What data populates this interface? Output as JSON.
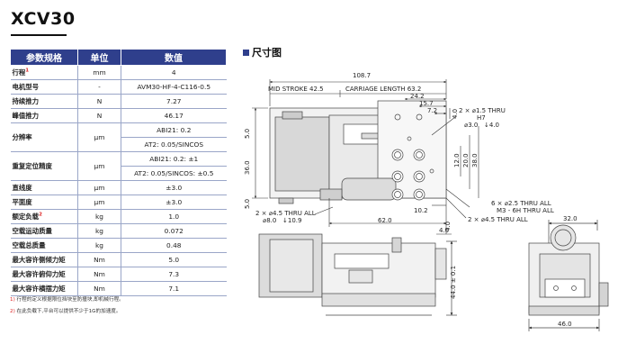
{
  "title": "XCV30",
  "table": {
    "headers": [
      "参数规格",
      "单位",
      "数值"
    ],
    "rows": [
      {
        "param": "行程",
        "mark": "1",
        "unit": "mm",
        "values": [
          "4"
        ]
      },
      {
        "param": "电机型号",
        "unit": "-",
        "values": [
          "AVM30-HF-4-C116-0.5"
        ]
      },
      {
        "param": "持续推力",
        "unit": "N",
        "values": [
          "7.27"
        ]
      },
      {
        "param": "峰值推力",
        "unit": "N",
        "values": [
          "46.17"
        ]
      },
      {
        "param": "分辨率",
        "unit": "μm",
        "values": [
          "ABI21: 0.2",
          "AT2: 0.05/SINCOS"
        ]
      },
      {
        "param": "重复定位精度",
        "unit": "μm",
        "values": [
          "ABI21: 0.2: ±1",
          "AT2: 0.05/SINCOS: ±0.5"
        ]
      },
      {
        "param": "直线度",
        "unit": "μm",
        "values": [
          "±3.0"
        ]
      },
      {
        "param": "平面度",
        "unit": "μm",
        "values": [
          "±3.0"
        ]
      },
      {
        "param": "额定负载",
        "mark": "2",
        "unit": "kg",
        "values": [
          "1.0"
        ]
      },
      {
        "param": "空载运动质量",
        "unit": "kg",
        "values": [
          "0.072"
        ]
      },
      {
        "param": "空载总质量",
        "unit": "kg",
        "values": [
          "0.48"
        ]
      },
      {
        "param": "最大容许侧倾力矩",
        "unit": "Nm",
        "values": [
          "5.0"
        ]
      },
      {
        "param": "最大容许俯仰力矩",
        "unit": "Nm",
        "values": [
          "7.3"
        ]
      },
      {
        "param": "最大容许横摆力矩",
        "unit": "Nm",
        "values": [
          "7.1"
        ]
      }
    ]
  },
  "notes": [
    {
      "num": "1",
      "text": "行程的定义根据限位挡块至防撞块,即机械行程。"
    },
    {
      "num": "2",
      "text": "在此负载下,平台可以提供不少于1G的加速度。"
    }
  ],
  "dimensions": {
    "section_title": "尺寸图",
    "top": {
      "overall": "108.7",
      "mid_stroke": "MID STROKE 42.5",
      "carriage_length": "CARRIAGE LENGTH 63.2",
      "d24_2": "24.2",
      "d15_7": "15.7",
      "d7_2": "7.2",
      "d4_0_top": "4.0",
      "left_5_0": "5.0",
      "left_36_0": "36.0",
      "left_5_0b": "5.0",
      "d12_0": "12.0",
      "d20_0": "20.0",
      "d38_0": "38.0",
      "d10_2": "10.2",
      "d62_0": "62.0",
      "d4_0_bottom": "4.0",
      "thru_1_5": "2 × ⌀1.5 THRU",
      "h7": "H7",
      "d3_0": "⌀3.0",
      "dp4_0": "↓4.0",
      "thru_4_5_left": "2 × ⌀4.5 THRU ALL",
      "cb_8_0": "⌀8.0",
      "cb_10_9": "↓10.9",
      "thru_2_5": "6 × ⌀2.5 THRU ALL",
      "m3": "M3 - 6H THRU ALL",
      "thru_4_5_right": "2 × ⌀4.5 THRU ALL"
    },
    "front": {
      "height": "44.0 ± 0.1",
      "d4_0": "4.0"
    },
    "side": {
      "d32_0": "32.0",
      "d46_0": "46.0"
    }
  }
}
